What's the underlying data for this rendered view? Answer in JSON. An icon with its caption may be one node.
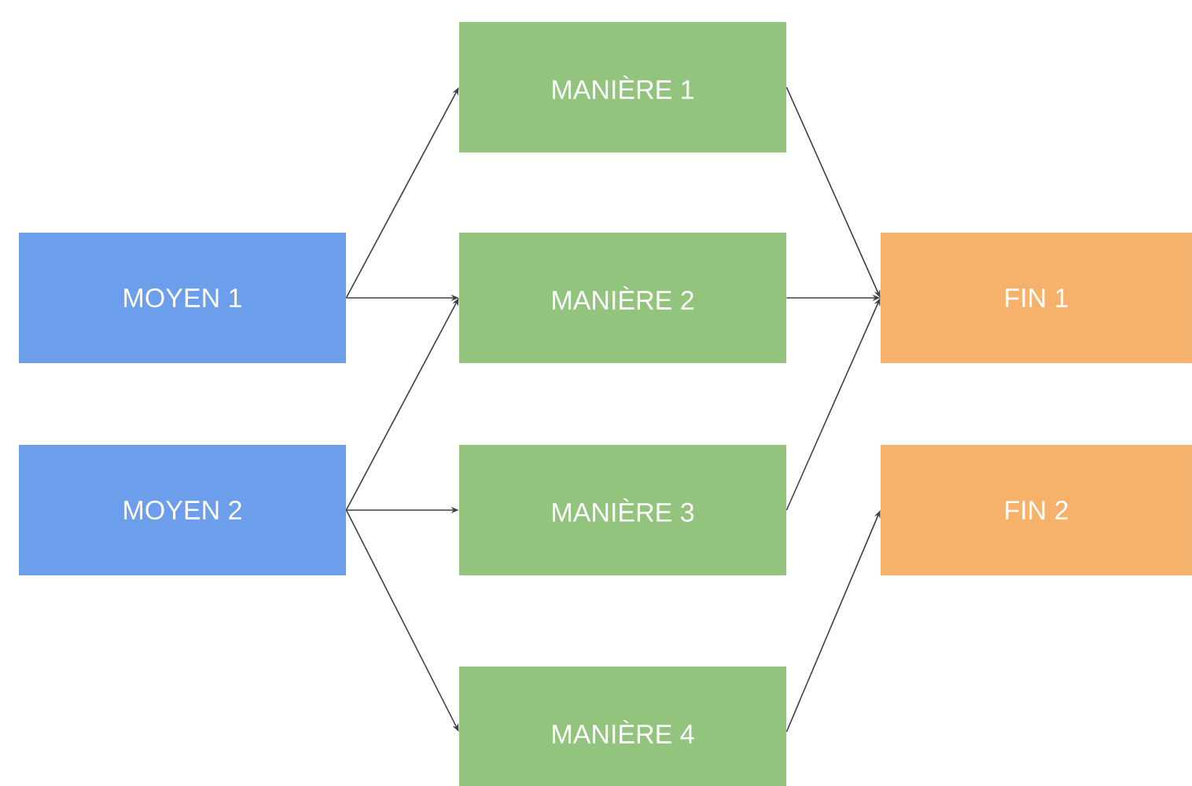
{
  "diagram": {
    "nodes": [
      {
        "text": [
          "MOYEN 1"
        ]
      },
      {
        "text": [
          "MOYEN 2"
        ]
      },
      {
        "text": [
          "MANIÈRE 1"
        ]
      },
      {
        "text": [
          "MANIÈRE 2"
        ]
      },
      {
        "text": [
          "MANIÈRE 3"
        ]
      },
      {
        "text": [
          "MANIÈRE 4"
        ]
      },
      {
        "text": [
          "FIN 1"
        ]
      },
      {
        "text": [
          "FIN 2"
        ]
      }
    ],
    "edges": [
      {
        "from": 0,
        "to": 2,
        "arrow": "to"
      },
      {
        "from": 0,
        "to": 3,
        "arrow": "to"
      },
      {
        "from": 1,
        "to": 3,
        "arrow": "to"
      },
      {
        "from": 1,
        "to": 4,
        "arrow": "to"
      },
      {
        "from": 1,
        "to": 5,
        "arrow": "to"
      },
      {
        "from": 2,
        "to": 6,
        "arrow": "to"
      },
      {
        "from": 3,
        "to": 6,
        "arrow": "to"
      },
      {
        "from": 4,
        "to": 6,
        "arrow": "to"
      },
      {
        "from": 5,
        "to": 7,
        "arrow": "to"
      }
    ]
  }
}
